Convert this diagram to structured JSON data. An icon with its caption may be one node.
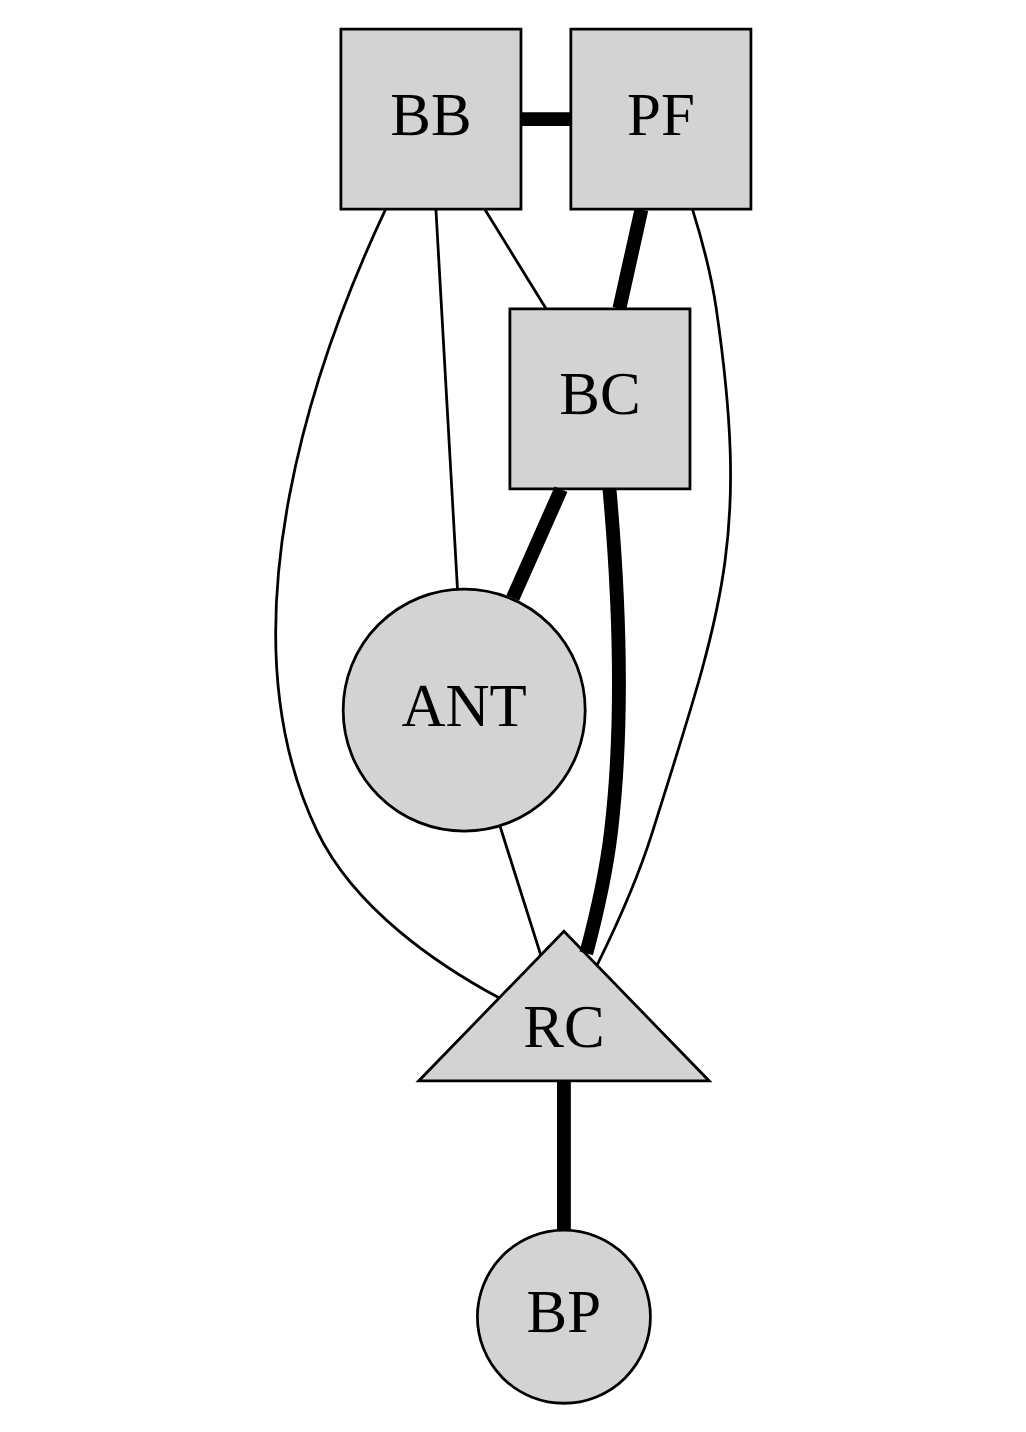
{
  "diagram": {
    "nodes": [
      {
        "text": [
          "BB"
        ]
      },
      {
        "text": [
          "PF"
        ]
      },
      {
        "text": [
          "BC"
        ]
      },
      {
        "text": [
          "ANT"
        ]
      },
      {
        "text": [
          "RC"
        ]
      },
      {
        "text": [
          "BP"
        ]
      }
    ],
    "edges": [
      {
        "from": 0,
        "to": 1,
        "arrow": "none",
        "style": "thick"
      },
      {
        "from": 1,
        "to": 2,
        "arrow": "none",
        "style": "thick"
      },
      {
        "from": 2,
        "to": 3,
        "arrow": "none",
        "style": "thick"
      },
      {
        "from": 2,
        "to": 4,
        "arrow": "none",
        "style": "thick"
      },
      {
        "from": 4,
        "to": 5,
        "arrow": "none",
        "style": "thick"
      },
      {
        "from": 0,
        "to": 3,
        "arrow": "none"
      },
      {
        "from": 0,
        "to": 4,
        "arrow": "none"
      },
      {
        "from": 0,
        "to": 2,
        "arrow": "none"
      },
      {
        "from": 1,
        "to": 4,
        "arrow": "none"
      },
      {
        "from": 3,
        "to": 4,
        "arrow": "none"
      }
    ]
  }
}
